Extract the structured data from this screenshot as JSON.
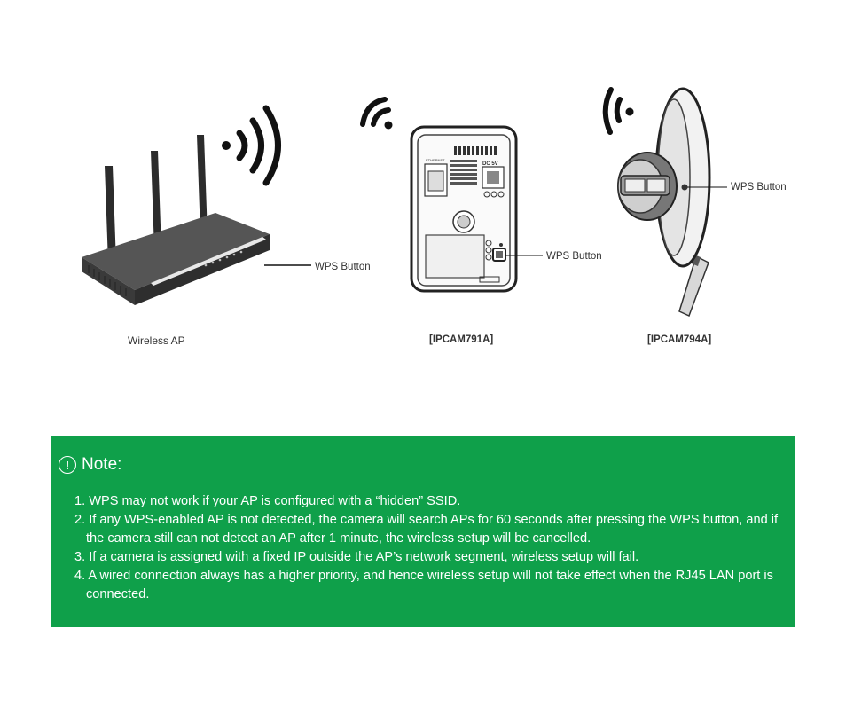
{
  "figure": {
    "devices": [
      {
        "id": "router",
        "caption": "Wireless AP"
      },
      {
        "id": "ipcam791a",
        "caption": "[IPCAM791A]"
      },
      {
        "id": "ipcam794a",
        "caption": "[IPCAM794A]"
      }
    ],
    "callouts": {
      "router_wps": "WPS Button",
      "cam791_wps": "WPS Button",
      "cam794_wps": "WPS Button"
    },
    "cam791_labels": {
      "dc": "DC 5V",
      "ethernet": "ETHERNET"
    }
  },
  "note": {
    "icon": "exclamation-icon",
    "title": "Note:",
    "items": [
      "1. WPS may not work if your AP is configured with a “hidden” SSID.",
      "2. If any WPS-enabled AP is not detected, the camera will search APs for 60 seconds after pressing the WPS button, and if the camera still can not detect an AP after 1 minute, the wireless setup will be cancelled.",
      "3. If a camera is assigned with a fixed IP outside the AP’s network segment, wireless setup will fail.",
      "4. A wired connection always has a higher priority, and hence wireless setup will not take effect when the RJ45 LAN port is connected."
    ],
    "colors": {
      "background": "#0fa04a",
      "text": "#ffffff"
    }
  }
}
